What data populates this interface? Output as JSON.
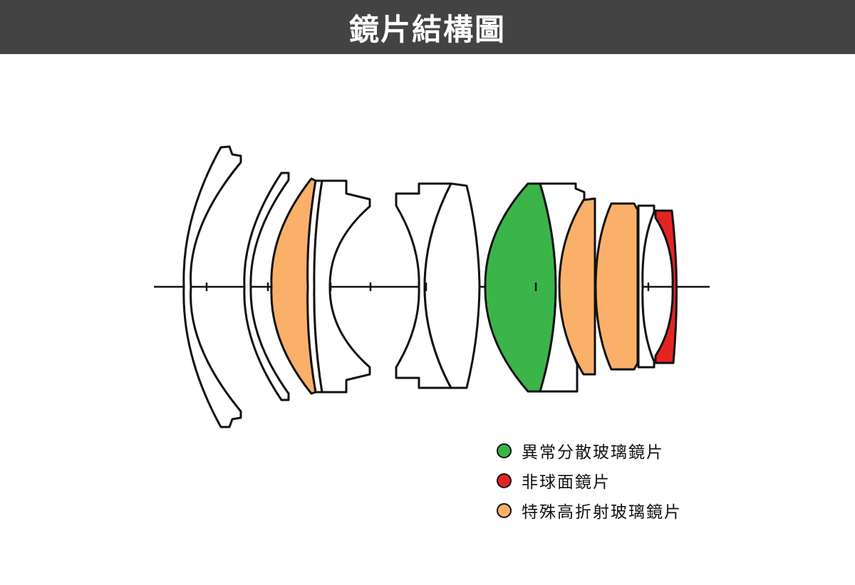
{
  "header": {
    "title": "鏡片結構圖"
  },
  "colors": {
    "title_bar": "#434343",
    "ed_glass": "#3bb54a",
    "aspherical": "#e52422",
    "high_refraction": "#fbb06a",
    "plain_lens": "#ffffff",
    "outline": "#111111"
  },
  "legend": {
    "items": [
      {
        "label": "異常分散玻璃鏡片",
        "color": "#3bb54a"
      },
      {
        "label": "非球面鏡片",
        "color": "#e52422"
      },
      {
        "label": "特殊高折射玻璃鏡片",
        "color": "#fbb06a"
      }
    ]
  }
}
